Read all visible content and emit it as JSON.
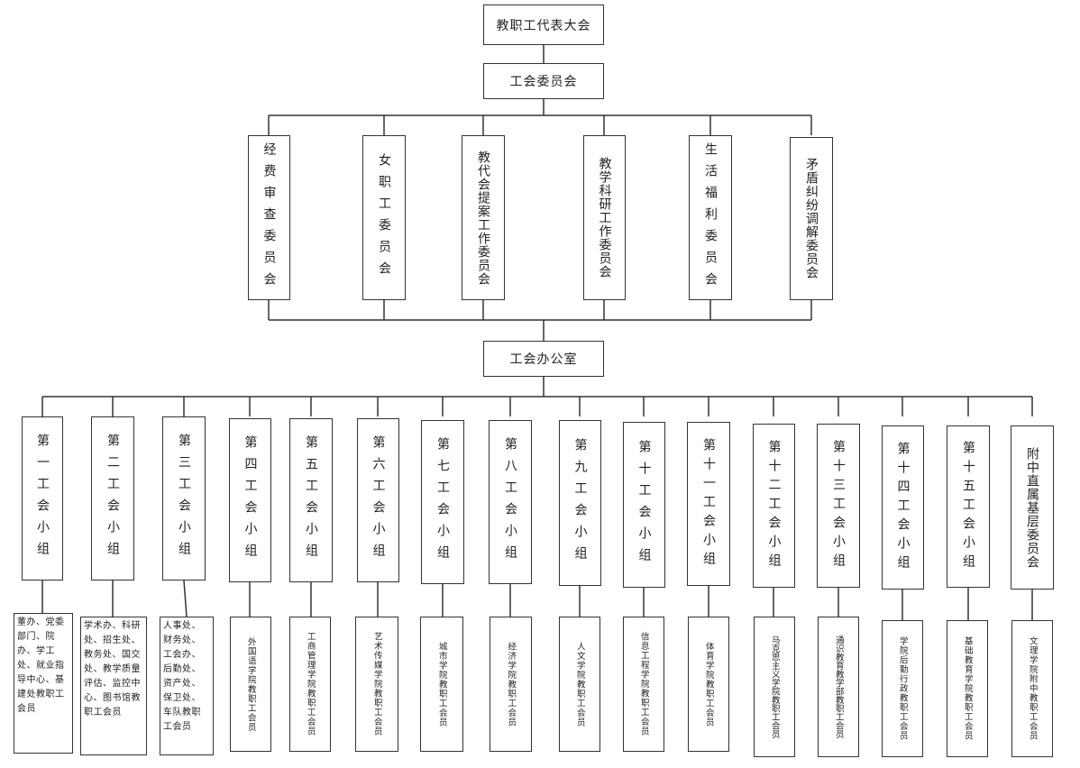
{
  "top": {
    "congress": "教职工代表大会",
    "committee": "工会委员会",
    "office": "工会办公室"
  },
  "sub_committees": [
    "经费审查委员会",
    "女职工委员会",
    "教代会提案工作委员会",
    "教学科研工作委员会",
    "生活福利委员会",
    "矛盾纠纷调解委员会"
  ],
  "groups": [
    "第一工会小组",
    "第二工会小组",
    "第三工会小组",
    "第四工会小组",
    "第五工会小组",
    "第六工会小组",
    "第七工会小组",
    "第八工会小组",
    "第九工会小组",
    "第十工会小组",
    "第十一工会小组",
    "第十二工会小组",
    "第十三工会小组",
    "第十四工会小组",
    "第十五工会小组",
    "附中直属基层委员会"
  ],
  "members": [
    "董办、党委部门、院办、学工处、就业指导中心、基建处教职工会员",
    "学术办、科研处、招生处、教务处、国交处、教学质量评估、监控中心、图书馆教职工会员",
    "人事处、财务处、工会办、后勤处、资产处、保卫处、车队教职工会员",
    "外国语学院教职工会员",
    "工商管理学院教职工会员",
    "艺术传媒学院教职工会员",
    "城市学院教职工会员",
    "经济学院教职工会员",
    "人文学院教职工会员",
    "信息工程学院教职工会员",
    "体育学院教职工会员",
    "马克思主义学院教职工会员",
    "通识教育教学部教职工会员",
    "学院后勤行政教职工会员",
    "基础教育学院教职工会员",
    "文理学院附中教职工会员"
  ]
}
